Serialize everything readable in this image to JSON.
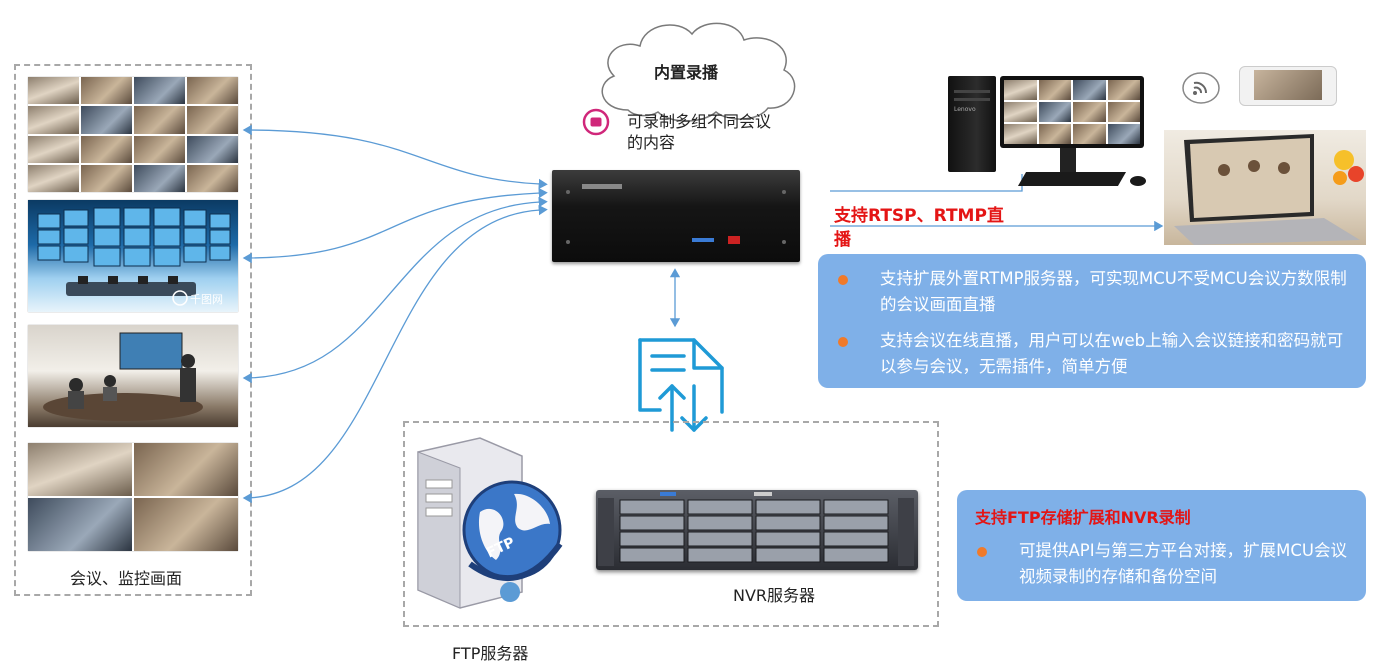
{
  "cloud": {
    "title": "内置录播"
  },
  "record_note": {
    "text": "可录制多组不同会议\n的内容"
  },
  "left_box": {
    "caption": "会议、监控画面",
    "watermark": "千图网"
  },
  "live": {
    "heading": "支持RTSP、RTMP直\n播",
    "bullets": [
      "支持扩展外置RTMP服务器，可实现MCU不受MCU会议方数限制的会议画面直播",
      "支持会议在线直播，用户可以在web上输入会议链接和密码就可以参与会议，无需插件，简单方便"
    ]
  },
  "storage": {
    "ftp_label": "FTP服务器",
    "nvr_label": "NVR服务器",
    "ftp_badge": "FTP"
  },
  "ftp_panel": {
    "title": "支持FTP存储扩展和NVR录制",
    "bullets": [
      "可提供API与第三方平台对接，扩展MCU会议视频录制的存储和备份空间"
    ]
  },
  "pc": {
    "brand": "Lenovo"
  },
  "colors": {
    "arrow": "#5b9bd5",
    "panel": "#7fb0e8",
    "bullet": "#f07a2a",
    "heading_red": "#e41515"
  }
}
